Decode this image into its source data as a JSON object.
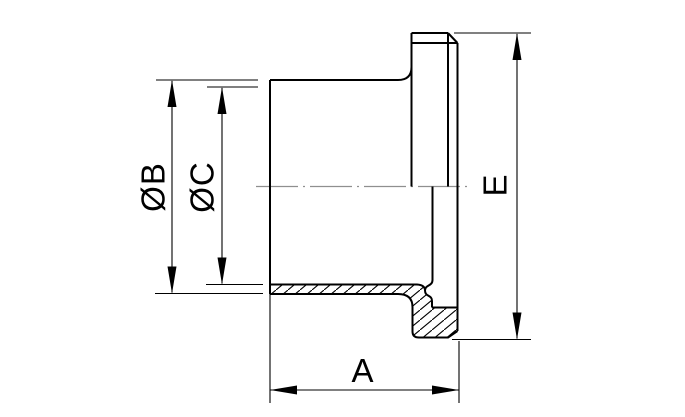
{
  "drawing": {
    "type": "engineering-section-drawing",
    "part": "sanitary ferrule cross-section",
    "labels": {
      "dim_outer_diameter": "ØB",
      "dim_inner_diameter": "ØC",
      "dim_flange_height": "E",
      "dim_length": "A"
    },
    "colors": {
      "line": "#000000",
      "centerline": "#8f8f8f",
      "background": "#ffffff"
    }
  }
}
